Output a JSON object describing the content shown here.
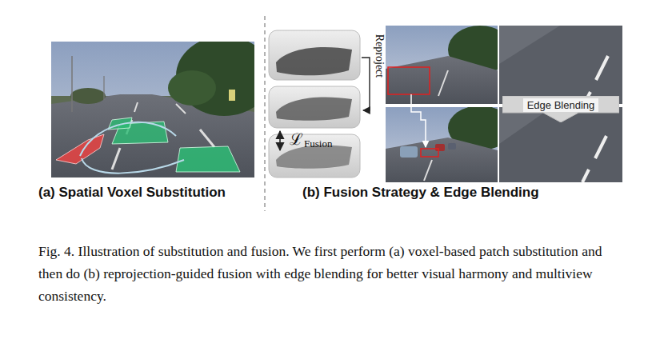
{
  "diagram": {
    "caption": "Fig. 4. Illustration of substitution and fusion. We first perform (a) voxel-based patch substitution and then do (b) reprojection-guided fusion with edge blending for better visual harmony and multiview consistency.",
    "nodes": [
      {
        "text": [
          "Edge Blending"
        ]
      }
    ],
    "labels": [
      "(a) Spatial Voxel Substitution",
      "(b) Fusion Strategy & Edge Blending",
      "Reproject",
      "ℒ",
      "Fusion"
    ]
  }
}
